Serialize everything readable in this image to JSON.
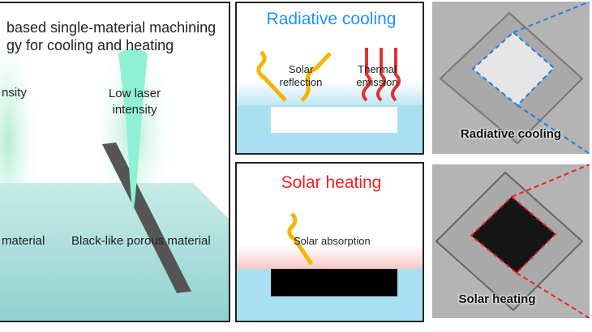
{
  "left_panel": {
    "title_line1": "based single-material machining",
    "title_line2": "gy for cooling and heating",
    "left_intensity": "nsity",
    "low_laser_line1": "Low laser",
    "low_laser_line2": "intensity",
    "left_material": "material",
    "black_material": "Black-like porous material"
  },
  "cooling_panel": {
    "title": "Radiative cooling",
    "solar_line1": "Solar",
    "solar_line2": "reflection",
    "thermal_line1": "Thermal",
    "thermal_line2": "emission",
    "color": "#1e90ff"
  },
  "heating_panel": {
    "title": "Solar heating",
    "absorption": "Solar absorption",
    "color": "#ee2222"
  },
  "photos": {
    "cooling_label": "Radiative cooling",
    "heating_label": "Solar heating"
  }
}
